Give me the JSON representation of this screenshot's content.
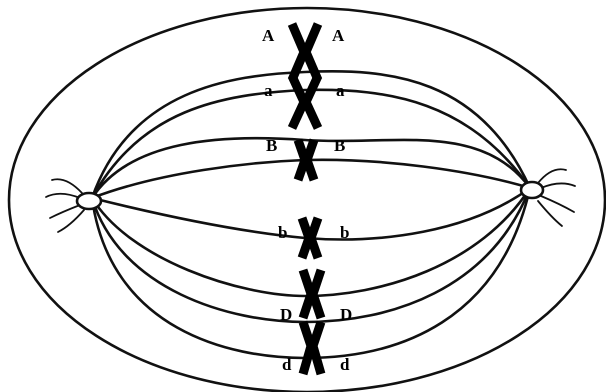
{
  "diagram": {
    "labels": {
      "A_left": "A",
      "A_right": "A",
      "a_left": "a",
      "a_right": "a",
      "B_left": "B",
      "B_right": "B",
      "b_left": "b",
      "b_right": "b",
      "D_left": "D",
      "D_right": "D",
      "d_left": "d",
      "d_right": "d"
    },
    "colors": {
      "ink": "#111111",
      "background": "#ffffff"
    }
  }
}
